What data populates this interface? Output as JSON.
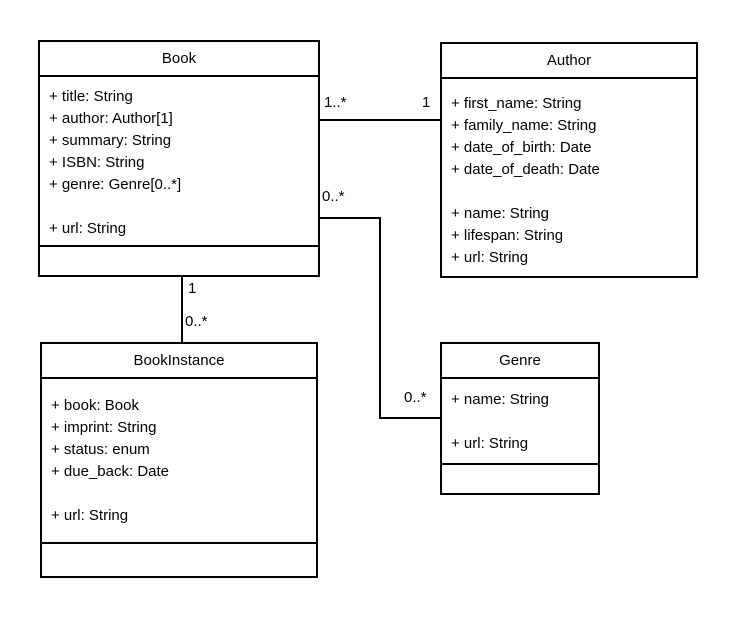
{
  "diagram": {
    "kind": "uml-class-diagram",
    "classes": [
      {
        "name": "Book",
        "attributes": [
          "+ title: String",
          "+ author: Author[1]",
          "+ summary: String",
          "+ ISBN: String",
          "+ genre: Genre[0..*]",
          "",
          "+ url: String"
        ]
      },
      {
        "name": "Author",
        "attributes": [
          "+ first_name: String",
          "+ family_name: String",
          "+ date_of_birth: Date",
          "+ date_of_death: Date",
          "",
          "+ name: String",
          "+ lifespan: String",
          "+ url: String"
        ]
      },
      {
        "name": "BookInstance",
        "attributes": [
          "+ book: Book",
          "+ imprint: String",
          "+ status: enum",
          "+ due_back: Date",
          "",
          "+ url: String"
        ]
      },
      {
        "name": "Genre",
        "attributes": [
          "+ name: String",
          "",
          "+ url: String"
        ]
      }
    ],
    "relationships": [
      {
        "from": "Book",
        "to": "Author",
        "from_label": "1..*",
        "to_label": "1"
      },
      {
        "from": "Book",
        "to": "Genre",
        "from_label": "0..*",
        "to_label": "0..*"
      },
      {
        "from": "Book",
        "to": "BookInstance",
        "from_label": "1",
        "to_label": "0..*"
      }
    ]
  },
  "colors": {
    "stroke": "#000000",
    "background": "#ffffff",
    "text": "#000000"
  }
}
